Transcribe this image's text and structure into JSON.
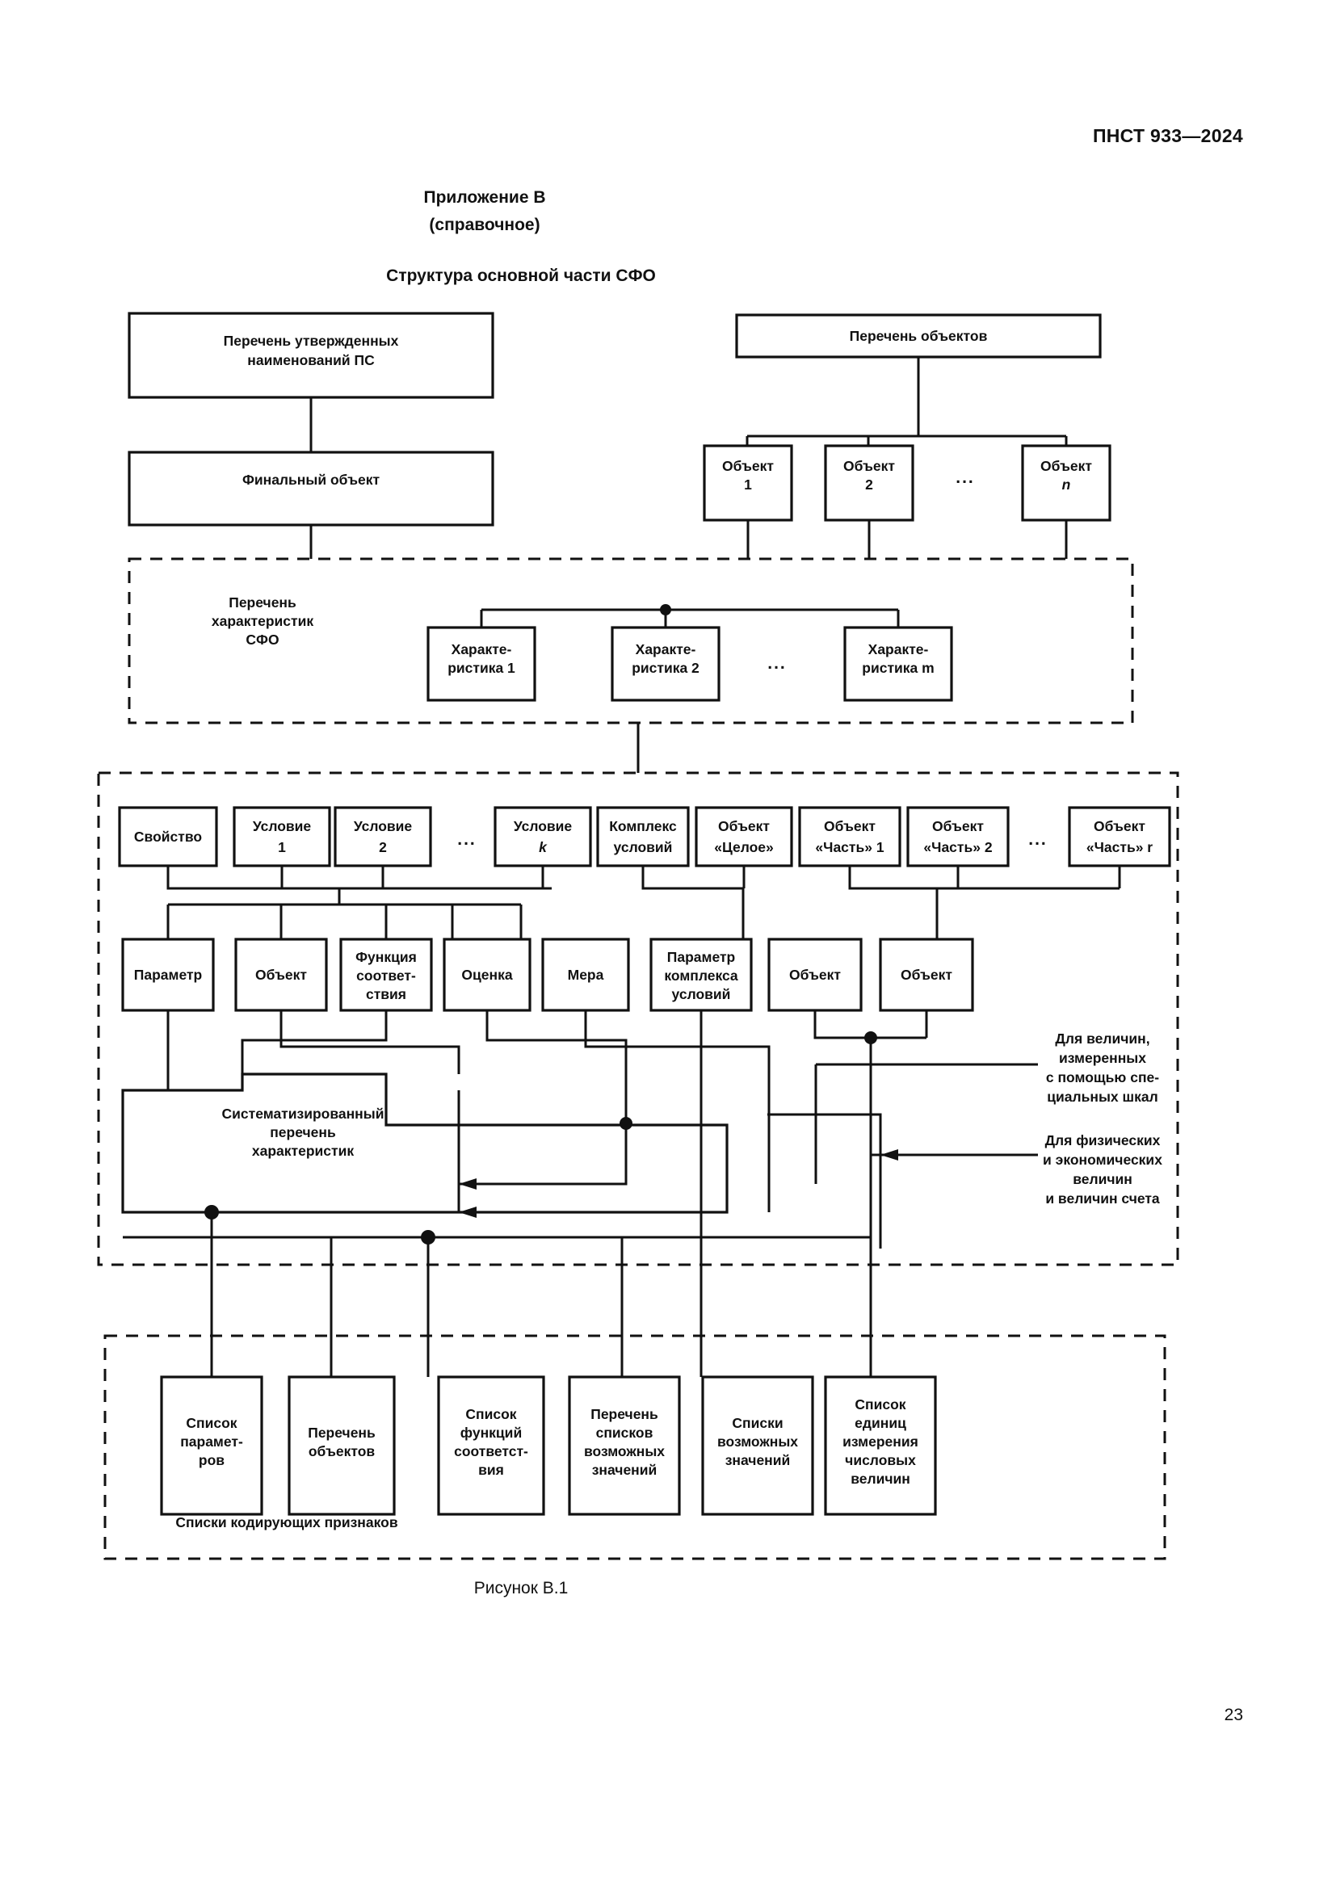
{
  "document": {
    "standard_id": "ПНСТ 933—2024",
    "appendix_line1": "Приложение В",
    "appendix_line2": "(справочное)",
    "figure_title": "Структура основной части СФО",
    "figure_caption": "Рисунок В.1",
    "page_number": "23"
  },
  "top_section": {
    "left_boxes": [
      {
        "id": "approved-names",
        "lines": [
          "Перечень утвержденных",
          "наименований ПС"
        ]
      },
      {
        "id": "final-object",
        "lines": [
          "Финальный объект"
        ]
      }
    ],
    "right_boxes": [
      {
        "id": "object-list",
        "lines": [
          "Перечень объектов"
        ]
      }
    ],
    "objects": [
      {
        "id": "object-1",
        "lines": [
          "Объект",
          "1"
        ]
      },
      {
        "id": "object-2",
        "lines": [
          "Объект",
          "2"
        ]
      },
      {
        "id": "object-n",
        "lines": [
          "Объект",
          "n"
        ],
        "italic_last": true
      }
    ],
    "ellipsis": "..."
  },
  "characteristics_section": {
    "group_label": [
      "Перечень",
      "характеристик",
      "СФО"
    ],
    "boxes": [
      {
        "id": "characteristic-1",
        "lines": [
          "Характе-",
          "ристика 1"
        ]
      },
      {
        "id": "characteristic-2",
        "lines": [
          "Характе-",
          "ристика 2"
        ]
      },
      {
        "id": "characteristic-m",
        "lines": [
          "Характе-",
          "ристика m"
        ],
        "italic_last": true
      }
    ],
    "ellipsis": "..."
  },
  "main_section": {
    "row1": [
      {
        "id": "property",
        "lines": [
          "Свойство"
        ]
      },
      {
        "id": "condition-1",
        "lines": [
          "Условие",
          "1"
        ]
      },
      {
        "id": "condition-2",
        "lines": [
          "Условие",
          "2"
        ]
      },
      {
        "id": "condition-k",
        "lines": [
          "Условие",
          "k"
        ],
        "italic_last": true
      },
      {
        "id": "condition-complex",
        "lines": [
          "Комплекс",
          "условий"
        ]
      },
      {
        "id": "object-whole",
        "lines": [
          "Объект",
          "«Целое»"
        ]
      },
      {
        "id": "object-part-1",
        "lines": [
          "Объект",
          "«Часть» 1"
        ]
      },
      {
        "id": "object-part-2",
        "lines": [
          "Объект",
          "«Часть» 2"
        ]
      },
      {
        "id": "object-part-r",
        "lines": [
          "Объект",
          "«Часть» r"
        ],
        "italic_last": true
      }
    ],
    "row1_ellipsis": [
      "...",
      "..."
    ],
    "row2": [
      {
        "id": "parameter",
        "lines": [
          "Параметр"
        ]
      },
      {
        "id": "object",
        "lines": [
          "Объект"
        ]
      },
      {
        "id": "conformity-function",
        "lines": [
          "Функция",
          "соответ-",
          "ствия"
        ]
      },
      {
        "id": "estimate",
        "lines": [
          "Оценка"
        ]
      },
      {
        "id": "measure",
        "lines": [
          "Мера"
        ]
      },
      {
        "id": "complex-parameter",
        "lines": [
          "Параметр",
          "комплекса",
          "условий"
        ]
      },
      {
        "id": "object-b",
        "lines": [
          "Объект"
        ]
      },
      {
        "id": "object-c",
        "lines": [
          "Объект"
        ]
      }
    ],
    "systematized_list": [
      "Систематизированный",
      "перечень",
      "характеристик"
    ],
    "annotations": [
      {
        "id": "special-scales-note",
        "lines": [
          "Для величин,",
          "измеренных",
          "с помощью спе-",
          "циальных шкал"
        ]
      },
      {
        "id": "physical-economic-note",
        "lines": [
          "Для физических",
          "и экономических",
          "величин",
          "и величин счета"
        ]
      }
    ]
  },
  "bottom_section": {
    "caption": "Списки кодирующих признаков",
    "boxes": [
      {
        "id": "parameter-list",
        "lines": [
          "Список",
          "парамет-",
          "ров"
        ]
      },
      {
        "id": "object-list-b",
        "lines": [
          "Перечень",
          "объектов"
        ]
      },
      {
        "id": "conformity-function-list",
        "lines": [
          "Список",
          "функций",
          "соответст-",
          "вия"
        ]
      },
      {
        "id": "possible-values-index",
        "lines": [
          "Перечень",
          "списков",
          "возможных",
          "значений"
        ]
      },
      {
        "id": "possible-values-lists",
        "lines": [
          "Списки",
          "возможных",
          "значений"
        ]
      },
      {
        "id": "measurement-units-list",
        "lines": [
          "Список",
          "единиц",
          "измерения",
          "числовых",
          "величин"
        ]
      }
    ]
  },
  "colors": {
    "ink": "#111111",
    "paper": "#ffffff"
  }
}
